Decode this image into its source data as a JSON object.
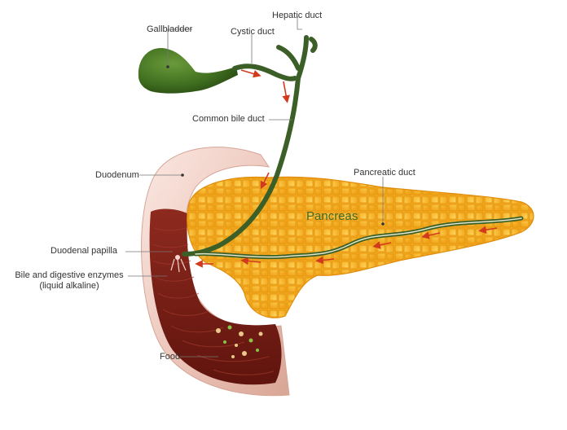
{
  "labels": {
    "gallbladder": "Gallbladder",
    "hepatic_duct": "Hepatic duct",
    "cystic_duct": "Cystic duct",
    "common_bile_duct": "Common bile duct",
    "duodenum": "Duodenum",
    "pancreatic_duct": "Pancreatic duct",
    "pancreas": "Pancreas",
    "duodenal_papilla": "Duodenal papilla",
    "bile_enzymes_line1": "Bile and digestive enzymes",
    "bile_enzymes_line2": "(liquid alkaline)",
    "food": "Food"
  },
  "colors": {
    "gallbladder": "#3f6d1f",
    "duct": "#3c5f28",
    "pancreas": "#f5b324",
    "pancreas_lobule_edge": "#e89a0f",
    "duodenum_inner": "#7b1e16",
    "duodenum_wall": "#f1d4cc",
    "flow_arrow": "#d23a1e",
    "leader_line": "#777777"
  }
}
